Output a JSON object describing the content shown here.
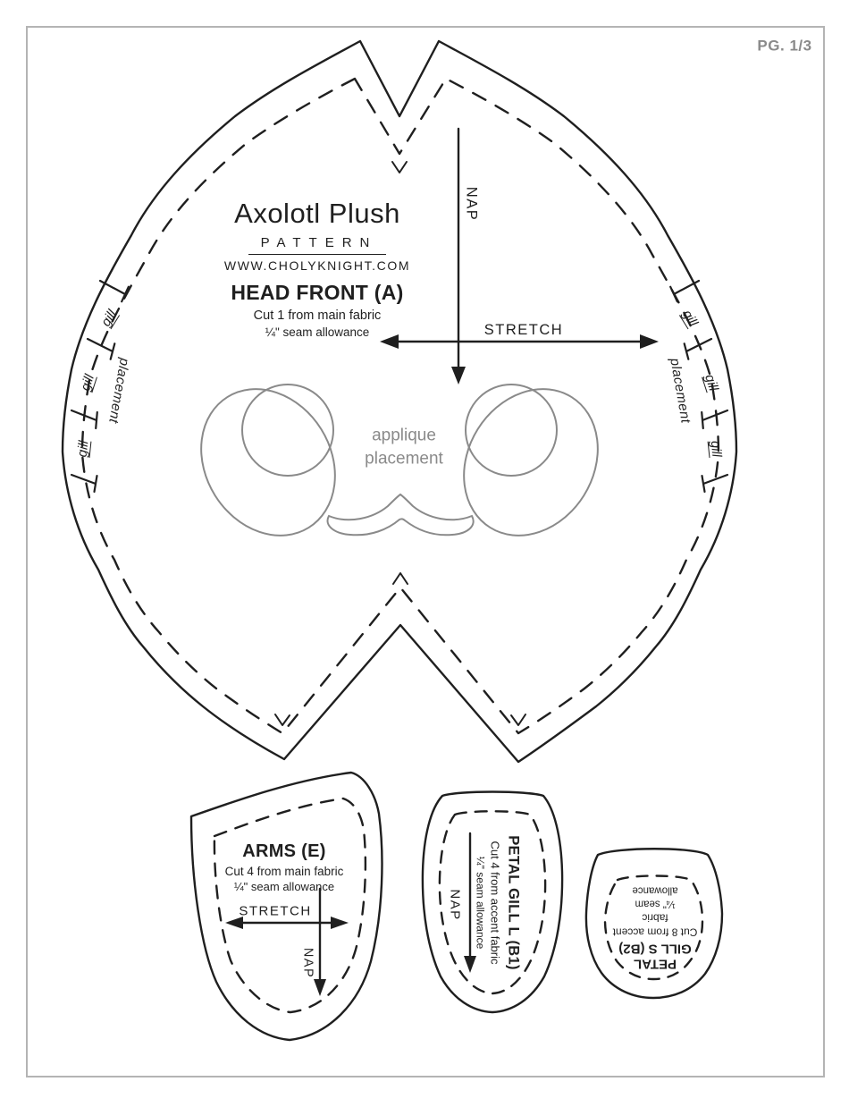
{
  "page": {
    "number_label": "PG. 1/3",
    "ink_color": "#1f1f1f",
    "muted_color": "#8a8a8a",
    "frame_color": "#b4b4b4"
  },
  "head": {
    "brand_title": "Axolotl Plush",
    "brand_subtitle": "PATTERN",
    "brand_site": "WWW.CHOLYKNIGHT.COM",
    "piece_name": "HEAD FRONT (A)",
    "cut_note": "Cut 1 from main fabric",
    "seam_note": "¼\" seam allowance",
    "nap_label": "NAP",
    "stretch_label": "STRETCH",
    "gill_label": "gill",
    "placement_label": "placement",
    "applique_note_line1": "applique",
    "applique_note_line2": "placement"
  },
  "arms": {
    "piece_name": "ARMS (E)",
    "cut_note": "Cut 4 from main fabric",
    "seam_note": "¼\" seam allowance",
    "nap_label": "NAP",
    "stretch_label": "STRETCH"
  },
  "petal_gill_l": {
    "piece_name": "PETAL GILL L (B1)",
    "cut_note": "Cut 4 from accent fabric",
    "seam_note": "¼\" seam allowance",
    "nap_label": "NAP"
  },
  "petal_gill_s": {
    "piece_name_lines": [
      "PETAL",
      "GILL S (B2)"
    ],
    "cut_note_lines": [
      "Cut 8 from accent",
      "fabric"
    ],
    "seam_note_lines": [
      "¼\" seam",
      "allowance"
    ]
  }
}
